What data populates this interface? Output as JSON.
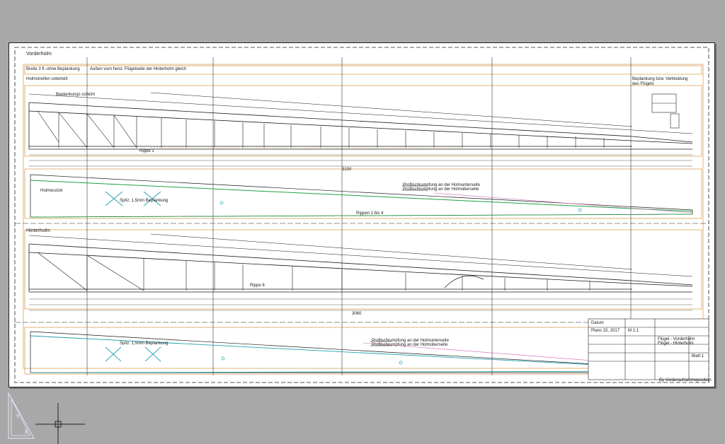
{
  "sheet": {
    "section_top": "Vorderholm",
    "section_bottom": "Hinterholm",
    "header_left": "Breite 3 fl.-ohne Beplankung",
    "header_mid": "Außen vorn heist. Flügelseite der Hinterholm gleich",
    "note_top_right_1": "Beplankung bzw. Verkleidung",
    "note_top_right_2": "des Flügels",
    "note_left_1": "Holmstreifen unterteilt",
    "note_left_2": "Beplankungs schicht",
    "rib_label_1": "Rippe 1",
    "rib_label_2": "Rippe 8",
    "dim_overall_top": "3100",
    "dim_overall_bottom": "3060",
    "legend_line_1": "Profilschrumpfung an der Holmunterseite",
    "legend_line_2": "Profilschrumpfung an der Holmoberseite",
    "rib_zone_note": "Rippen 1 bis 4",
    "root_note": "Holmwurzel",
    "panel_note_top": "Spitz. 1,5mm Beplankung",
    "panel_note_bottom": "Spitz. 1,5mm Beplankung",
    "bottom_right_note": "By Vorderaufnahmeposition"
  },
  "titleblock": {
    "date_label": "Datum",
    "date_value": "Plans 15, 2017",
    "title_1": "Flügel - Vorderholm",
    "title_2": "Flügel - Hinterholm",
    "scale": "M 1:1",
    "sheet_no": "Blatt 1"
  },
  "colors": {
    "background": "#a8a8a8",
    "sheet": "#ffffff",
    "line": "#1a1a1a",
    "orange": "#d08020",
    "green": "#20a040",
    "cyan": "#20a0b0",
    "pink": "#d060b0"
  }
}
